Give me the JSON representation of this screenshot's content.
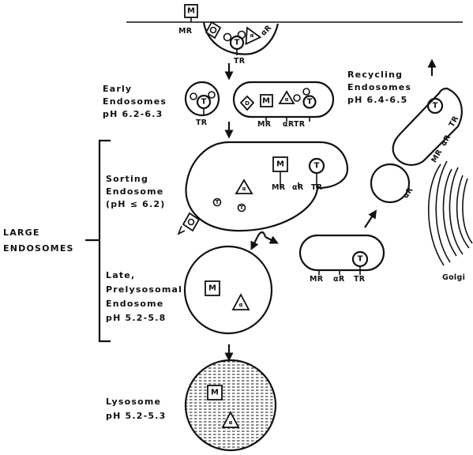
{
  "colors": {
    "ink": "#111111",
    "background": "#ffffff"
  },
  "labels": {
    "early_l1": "Early",
    "early_l2": "Endosomes",
    "early_l3": "pH 6.2-6.3",
    "sorting_l1": "Sorting",
    "sorting_l2": "Endosome",
    "sorting_l3": "(pH ≤ 6.2)",
    "late_l1": "Late,",
    "late_l2": "Prelysosomal",
    "late_l3": "Endosome",
    "late_l4": "pH 5.2-5.8",
    "lyso_l1": "Lysosome",
    "lyso_l2": "pH 5.2-5.3",
    "recyc_l1": "Recycling",
    "recyc_l2": "Endosomes",
    "recyc_l3": "pH 6.4-6.5",
    "large_l1": "LARGE",
    "large_l2": "ENDOSOMES",
    "golgi": "Golgi"
  },
  "receptor_tags": {
    "mr": "MR",
    "tr": "TR",
    "ar": "αR",
    "ar_tr": "αRTR",
    "ar_sort": "αR"
  },
  "icon_letters": {
    "m": "M",
    "t": "T",
    "a": "α",
    "d": "D",
    "small_t": "T",
    "small_a": "α"
  }
}
